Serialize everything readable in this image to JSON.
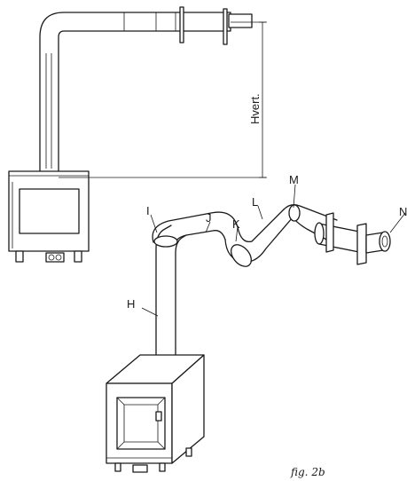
{
  "labels": {
    "dimension": "Hvert.",
    "h": "H",
    "i": "I",
    "j": "J",
    "k": "K",
    "l": "L",
    "m": "M",
    "n": "N"
  },
  "caption": "fig. 2b",
  "colors": {
    "line": "#1a1a1a",
    "background": "#ffffff"
  }
}
